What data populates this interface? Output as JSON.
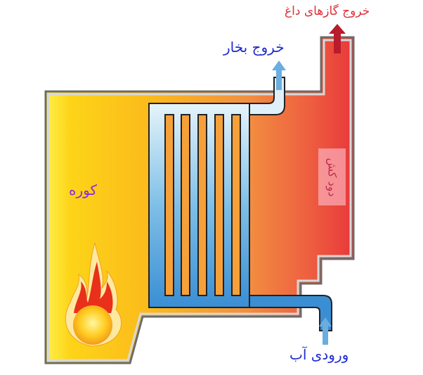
{
  "labels": {
    "hot_gas_outlet": "خروج گازهای داغ",
    "steam_outlet": "خروج بخار",
    "furnace": "کوره",
    "chimney": "دود کش",
    "water_inlet": "ورودی آب"
  },
  "colors": {
    "hot_gas_text": "#e0303a",
    "steam_text": "#1f2bd0",
    "furnace_text": "#8a2be2",
    "chimney_text": "#c03050",
    "water_text": "#1f2bd0"
  }
}
